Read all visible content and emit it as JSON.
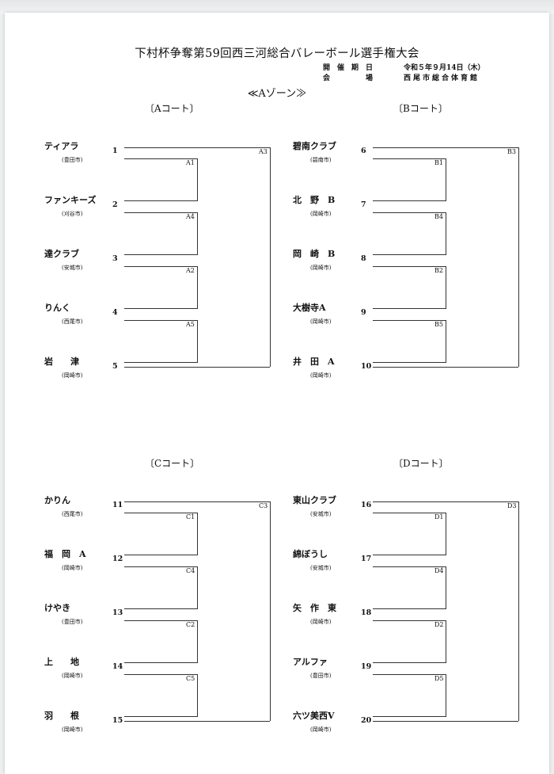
{
  "title": "下村杯争奪第59回西三河総合バレーボール選手権大会",
  "info": {
    "date_label": "開　催　期　日",
    "date_value": "令和５年９月14日（木）",
    "venue_label": "会　　　　　場",
    "venue_value": "西尾市総合体育館"
  },
  "zone_title": "≪Aゾーン≫",
  "courts": [
    {
      "title": "〔Aコート〕",
      "final_label": "A3",
      "teams": [
        {
          "name": "ティアラ",
          "city": "(豊田市)",
          "seed": "1"
        },
        {
          "name": "ファンキーズ",
          "city": "(刈谷市)",
          "seed": "2"
        },
        {
          "name": "達クラブ",
          "city": "(安城市)",
          "seed": "3"
        },
        {
          "name": "りんく",
          "city": "(西尾市)",
          "seed": "4"
        },
        {
          "name": "岩　　津",
          "city": "(岡崎市)",
          "seed": "5"
        }
      ],
      "match_labels": [
        "A1",
        "A4",
        "A2",
        "A5"
      ]
    },
    {
      "title": "〔Bコート〕",
      "final_label": "B3",
      "teams": [
        {
          "name": "碧南クラブ",
          "city": "(碧南市)",
          "seed": "6"
        },
        {
          "name": "北　野　B",
          "city": "(岡崎市)",
          "seed": "7"
        },
        {
          "name": "岡　崎　B",
          "city": "(岡崎市)",
          "seed": "8"
        },
        {
          "name": "大樹寺A",
          "city": "(岡崎市)",
          "seed": "9"
        },
        {
          "name": "井　田　A",
          "city": "(岡崎市)",
          "seed": "10"
        }
      ],
      "match_labels": [
        "B1",
        "B4",
        "B2",
        "B5"
      ]
    },
    {
      "title": "〔Cコート〕",
      "final_label": "C3",
      "teams": [
        {
          "name": "かりん",
          "city": "(西尾市)",
          "seed": "11"
        },
        {
          "name": "福　岡　A",
          "city": "(岡崎市)",
          "seed": "12"
        },
        {
          "name": "けやき",
          "city": "(豊田市)",
          "seed": "13"
        },
        {
          "name": "上　　地",
          "city": "(岡崎市)",
          "seed": "14"
        },
        {
          "name": "羽　　根",
          "city": "(岡崎市)",
          "seed": "15"
        }
      ],
      "match_labels": [
        "C1",
        "C4",
        "C2",
        "C5"
      ]
    },
    {
      "title": "〔Dコート〕",
      "final_label": "D3",
      "teams": [
        {
          "name": "東山クラブ",
          "city": "(安城市)",
          "seed": "16"
        },
        {
          "name": "綿ぼうし",
          "city": "(安城市)",
          "seed": "17"
        },
        {
          "name": "矢　作　東",
          "city": "(岡崎市)",
          "seed": "18"
        },
        {
          "name": "アルファ",
          "city": "(豊田市)",
          "seed": "19"
        },
        {
          "name": "六ツ美西V",
          "city": "(岡崎市)",
          "seed": "20"
        }
      ],
      "match_labels": [
        "D1",
        "D4",
        "D2",
        "D5"
      ]
    }
  ]
}
